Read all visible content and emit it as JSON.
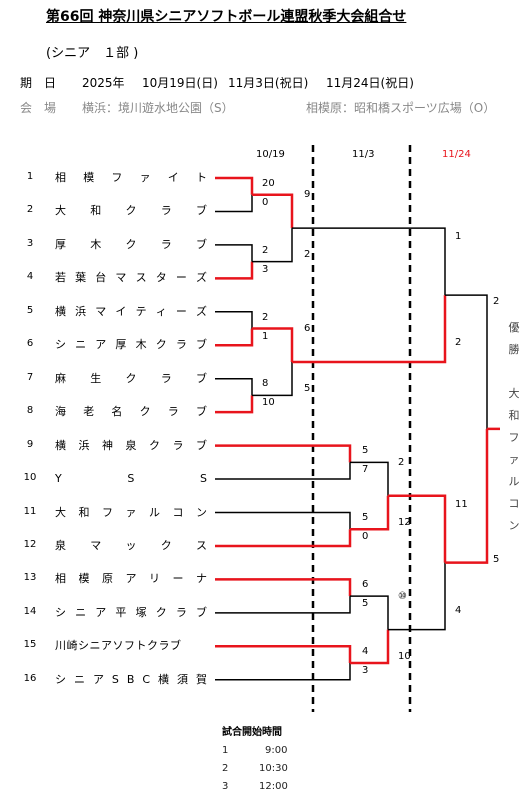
{
  "title": "第66回 神奈川県シニアソフトボール連盟秋季大会組合せ",
  "subtitle": "(シニア　１部 )",
  "schedule": {
    "label": "期　日",
    "year": "2025年",
    "d1": "10月19日(日)",
    "d2": "11月3日(祝日)",
    "d3": "11月24日(祝日)"
  },
  "venue": {
    "label": "会　場",
    "v1": "横浜：境川遊水地公園（S）",
    "v2": "相模原：昭和橋スポーツ広場（O）"
  },
  "round_dates": [
    "10/19",
    "11/3",
    "11/24"
  ],
  "colors": {
    "win": "#e8141c",
    "lose": "#000000",
    "final_date": "#e8141c"
  },
  "teams": [
    {
      "no": "1",
      "name": "相模ファイト"
    },
    {
      "no": "2",
      "name": "大和クラブ"
    },
    {
      "no": "3",
      "name": "厚木クラブ"
    },
    {
      "no": "4",
      "name": "若葉台マスターズ"
    },
    {
      "no": "5",
      "name": "横浜マイティーズ"
    },
    {
      "no": "6",
      "name": "シニア厚木クラブ"
    },
    {
      "no": "7",
      "name": "麻生クラブ"
    },
    {
      "no": "8",
      "name": "海老名クラブ"
    },
    {
      "no": "9",
      "name": "横浜神泉クラブ"
    },
    {
      "no": "10",
      "name": "YSS"
    },
    {
      "no": "11",
      "name": "大和ファルコン"
    },
    {
      "no": "12",
      "name": "泉マックス"
    },
    {
      "no": "13",
      "name": "相模原アリーナ"
    },
    {
      "no": "14",
      "name": "シニア平塚クラブ"
    },
    {
      "no": "15",
      "name": "川崎シニアソフトクラブ"
    },
    {
      "no": "16",
      "name": "シニアSBC横須賀"
    }
  ],
  "scores": {
    "r1": [
      [
        "20",
        "0"
      ],
      [
        "2",
        "3"
      ],
      [
        "2",
        "1"
      ],
      [
        "8",
        "10"
      ],
      [
        "5",
        "7"
      ],
      [
        "5",
        "0"
      ],
      [
        "6",
        "5"
      ],
      [
        "4",
        "3"
      ]
    ],
    "r2": [
      [
        "9",
        "2"
      ],
      [
        "6",
        "5"
      ],
      [
        "2",
        "12"
      ],
      [
        "⑩",
        "10"
      ]
    ],
    "r3": [
      [
        "1",
        "2"
      ],
      [
        "11",
        "4"
      ]
    ],
    "final": [
      "2",
      "5"
    ]
  },
  "winner": [
    "優",
    "勝",
    "",
    "大",
    "和",
    "フ",
    "ァ",
    "ル",
    "コ",
    "ン"
  ],
  "start_times": {
    "heading": "試合開始時間",
    "rows": [
      {
        "no": "1",
        "time": "9:00"
      },
      {
        "no": "2",
        "time": "10:30"
      },
      {
        "no": "3",
        "time": "12:00"
      }
    ]
  }
}
